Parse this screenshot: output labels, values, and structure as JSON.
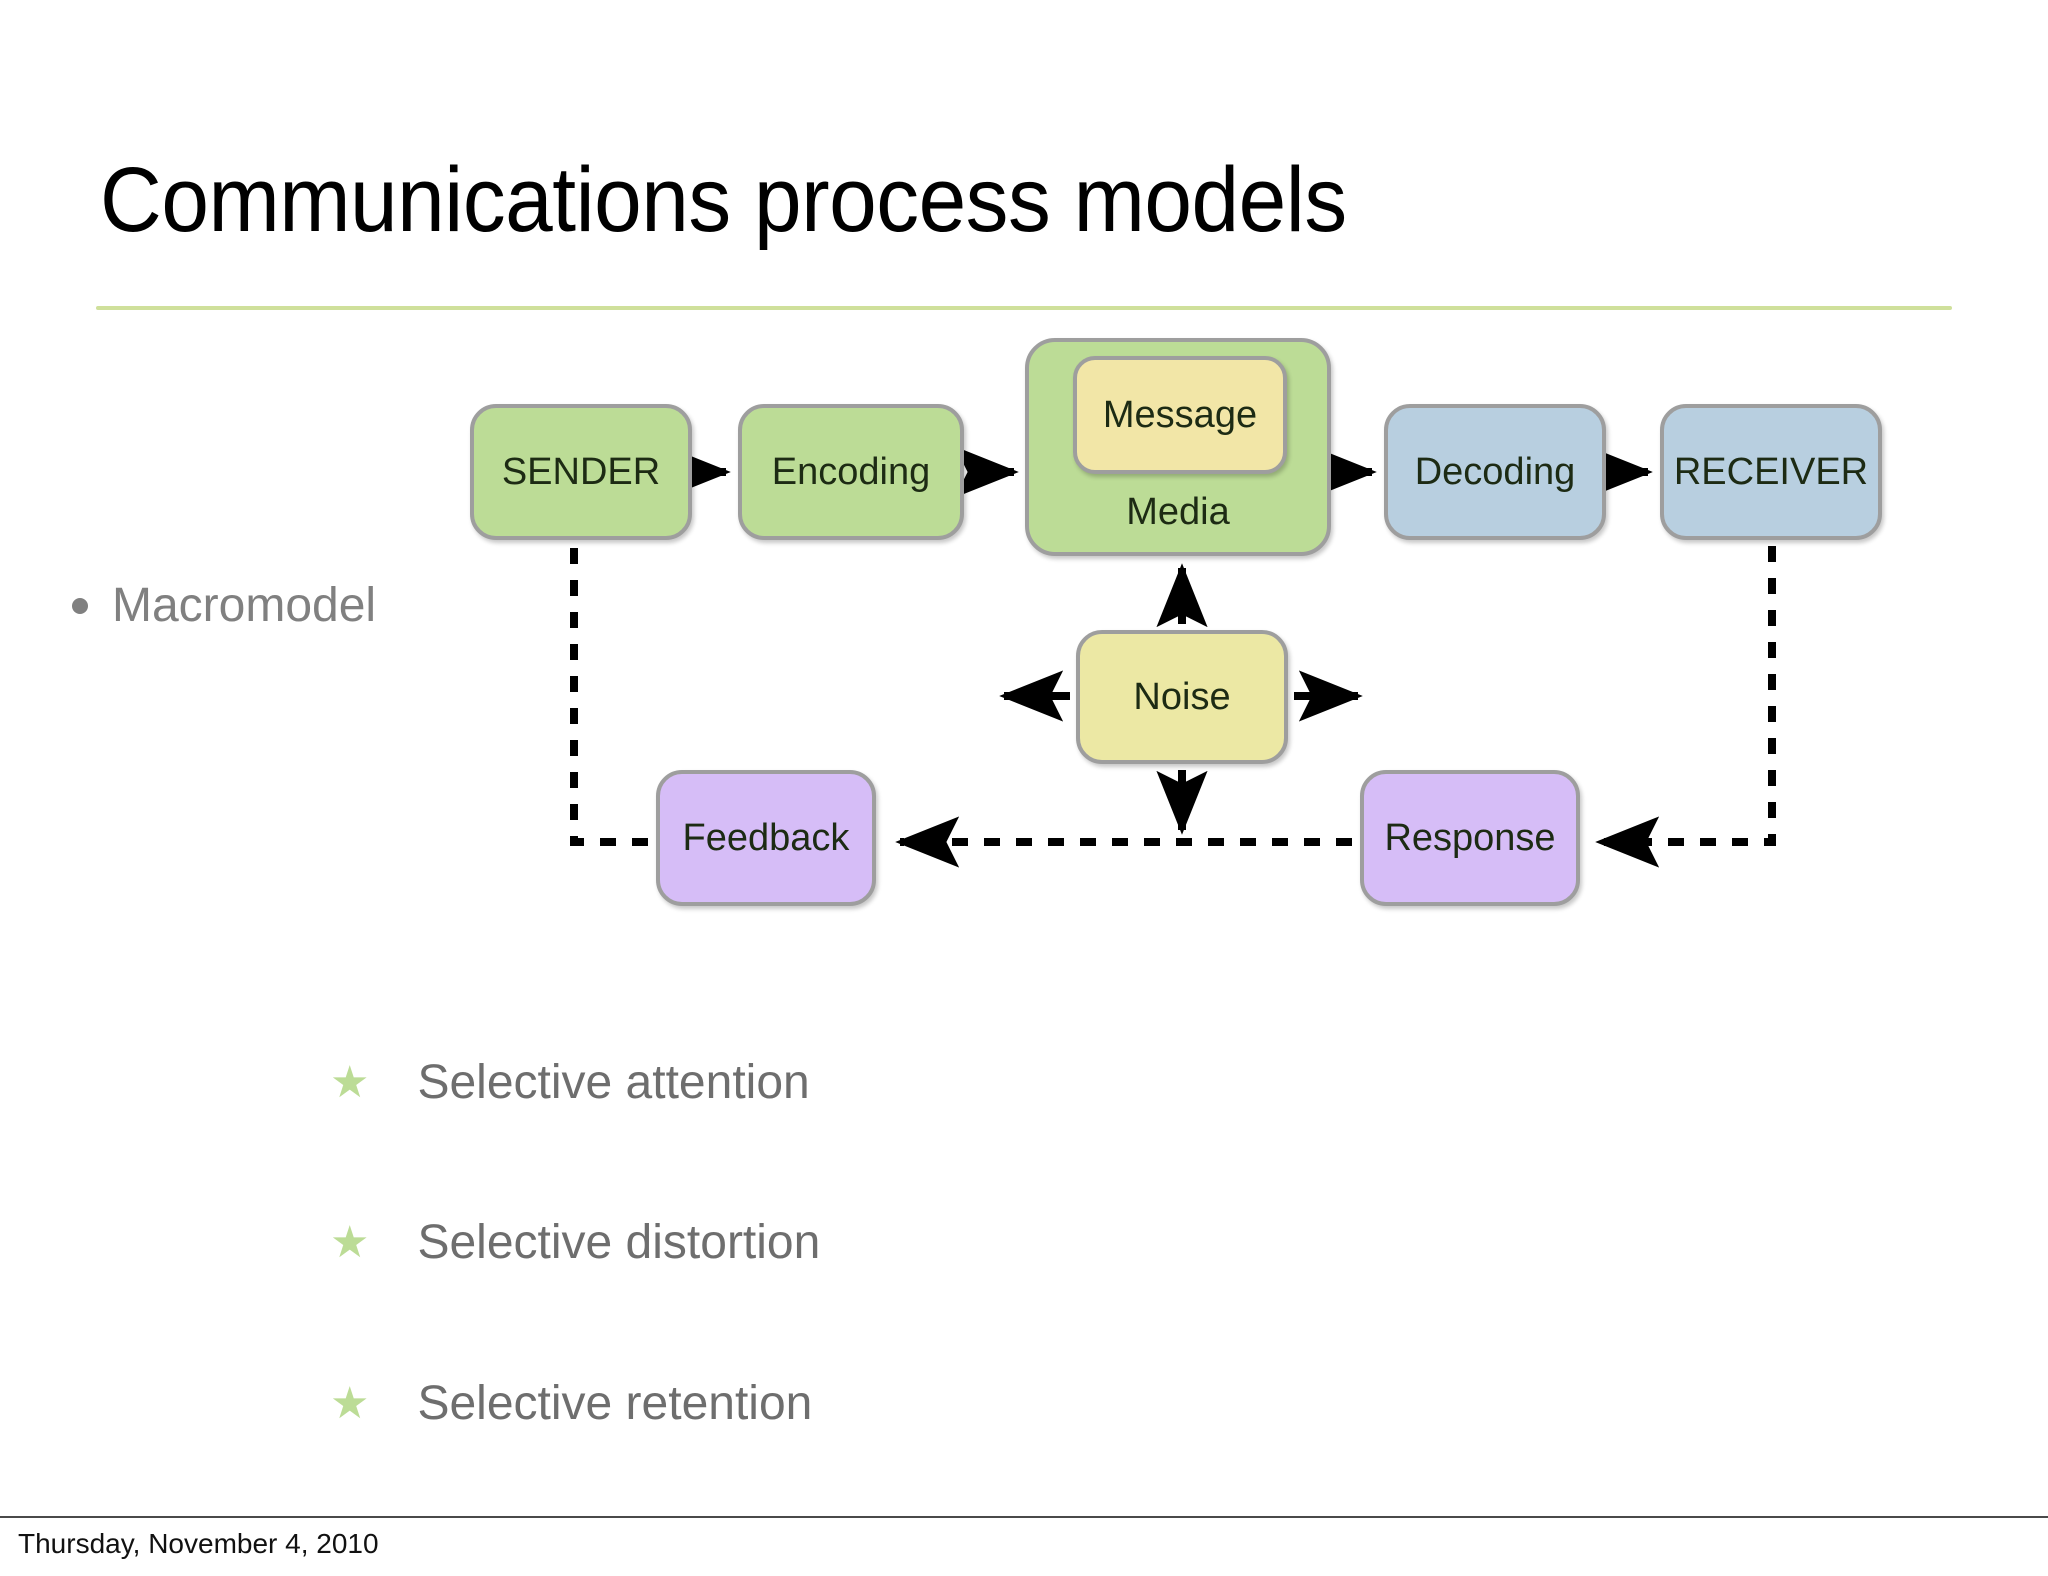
{
  "slide": {
    "title": "Communications process models",
    "footer_date": "Thursday, November 4, 2010"
  },
  "bullet": {
    "label": "Macromodel",
    "marker": "bullet-dot"
  },
  "diagram": {
    "name": "communications-macromodel-flow",
    "nodes": [
      {
        "id": "sender",
        "label": "SENDER",
        "color": "#bcdc96",
        "group": "green"
      },
      {
        "id": "encoding",
        "label": "Encoding",
        "color": "#bcdc96",
        "group": "green"
      },
      {
        "id": "media",
        "label": "Media",
        "color": "#bcdc96",
        "group": "green"
      },
      {
        "id": "message",
        "label": "Message",
        "color": "#f2e6a7",
        "group": "yellow"
      },
      {
        "id": "decoding",
        "label": "Decoding",
        "color": "#b8cfe0",
        "group": "blue"
      },
      {
        "id": "receiver",
        "label": "RECEIVER",
        "color": "#b8cfe0",
        "group": "blue"
      },
      {
        "id": "noise",
        "label": "Noise",
        "color": "#ece8a4",
        "group": "yellow"
      },
      {
        "id": "feedback",
        "label": "Feedback",
        "color": "#d6bdf7",
        "group": "purple"
      },
      {
        "id": "response",
        "label": "Response",
        "color": "#d6bdf7",
        "group": "purple"
      }
    ],
    "edges": [
      {
        "from": "sender",
        "to": "encoding",
        "style": "solid-arrow"
      },
      {
        "from": "encoding",
        "to": "media",
        "style": "solid-arrow"
      },
      {
        "from": "media",
        "to": "decoding",
        "style": "solid-arrow"
      },
      {
        "from": "decoding",
        "to": "receiver",
        "style": "solid-arrow"
      },
      {
        "from": "noise",
        "to": "media",
        "style": "solid-arrow-up"
      },
      {
        "from": "noise",
        "to": "left",
        "style": "solid-arrow-left"
      },
      {
        "from": "noise",
        "to": "right",
        "style": "solid-arrow-right"
      },
      {
        "from": "noise",
        "to": "feedback-line",
        "style": "solid-arrow-down"
      },
      {
        "from": "receiver",
        "to": "response",
        "style": "dashed"
      },
      {
        "from": "response",
        "to": "feedback",
        "style": "dashed-arrow"
      },
      {
        "from": "feedback",
        "to": "sender",
        "style": "dashed"
      }
    ]
  },
  "star_list": {
    "marker": "star-icon",
    "marker_color": "#bcdc96",
    "items": [
      {
        "label": "Selective attention"
      },
      {
        "label": "Selective distortion"
      },
      {
        "label": "Selective retention"
      }
    ]
  },
  "colors": {
    "title_rule": "#cfe09b",
    "green": "#bcdc96",
    "blue": "#b8cfe0",
    "yellow": "#ece8a4",
    "message_yellow": "#f2e6a7",
    "purple": "#d6bdf7",
    "node_border": "#9e9e9e",
    "body_text": "#6e6e6e",
    "title_text": "#000000"
  }
}
